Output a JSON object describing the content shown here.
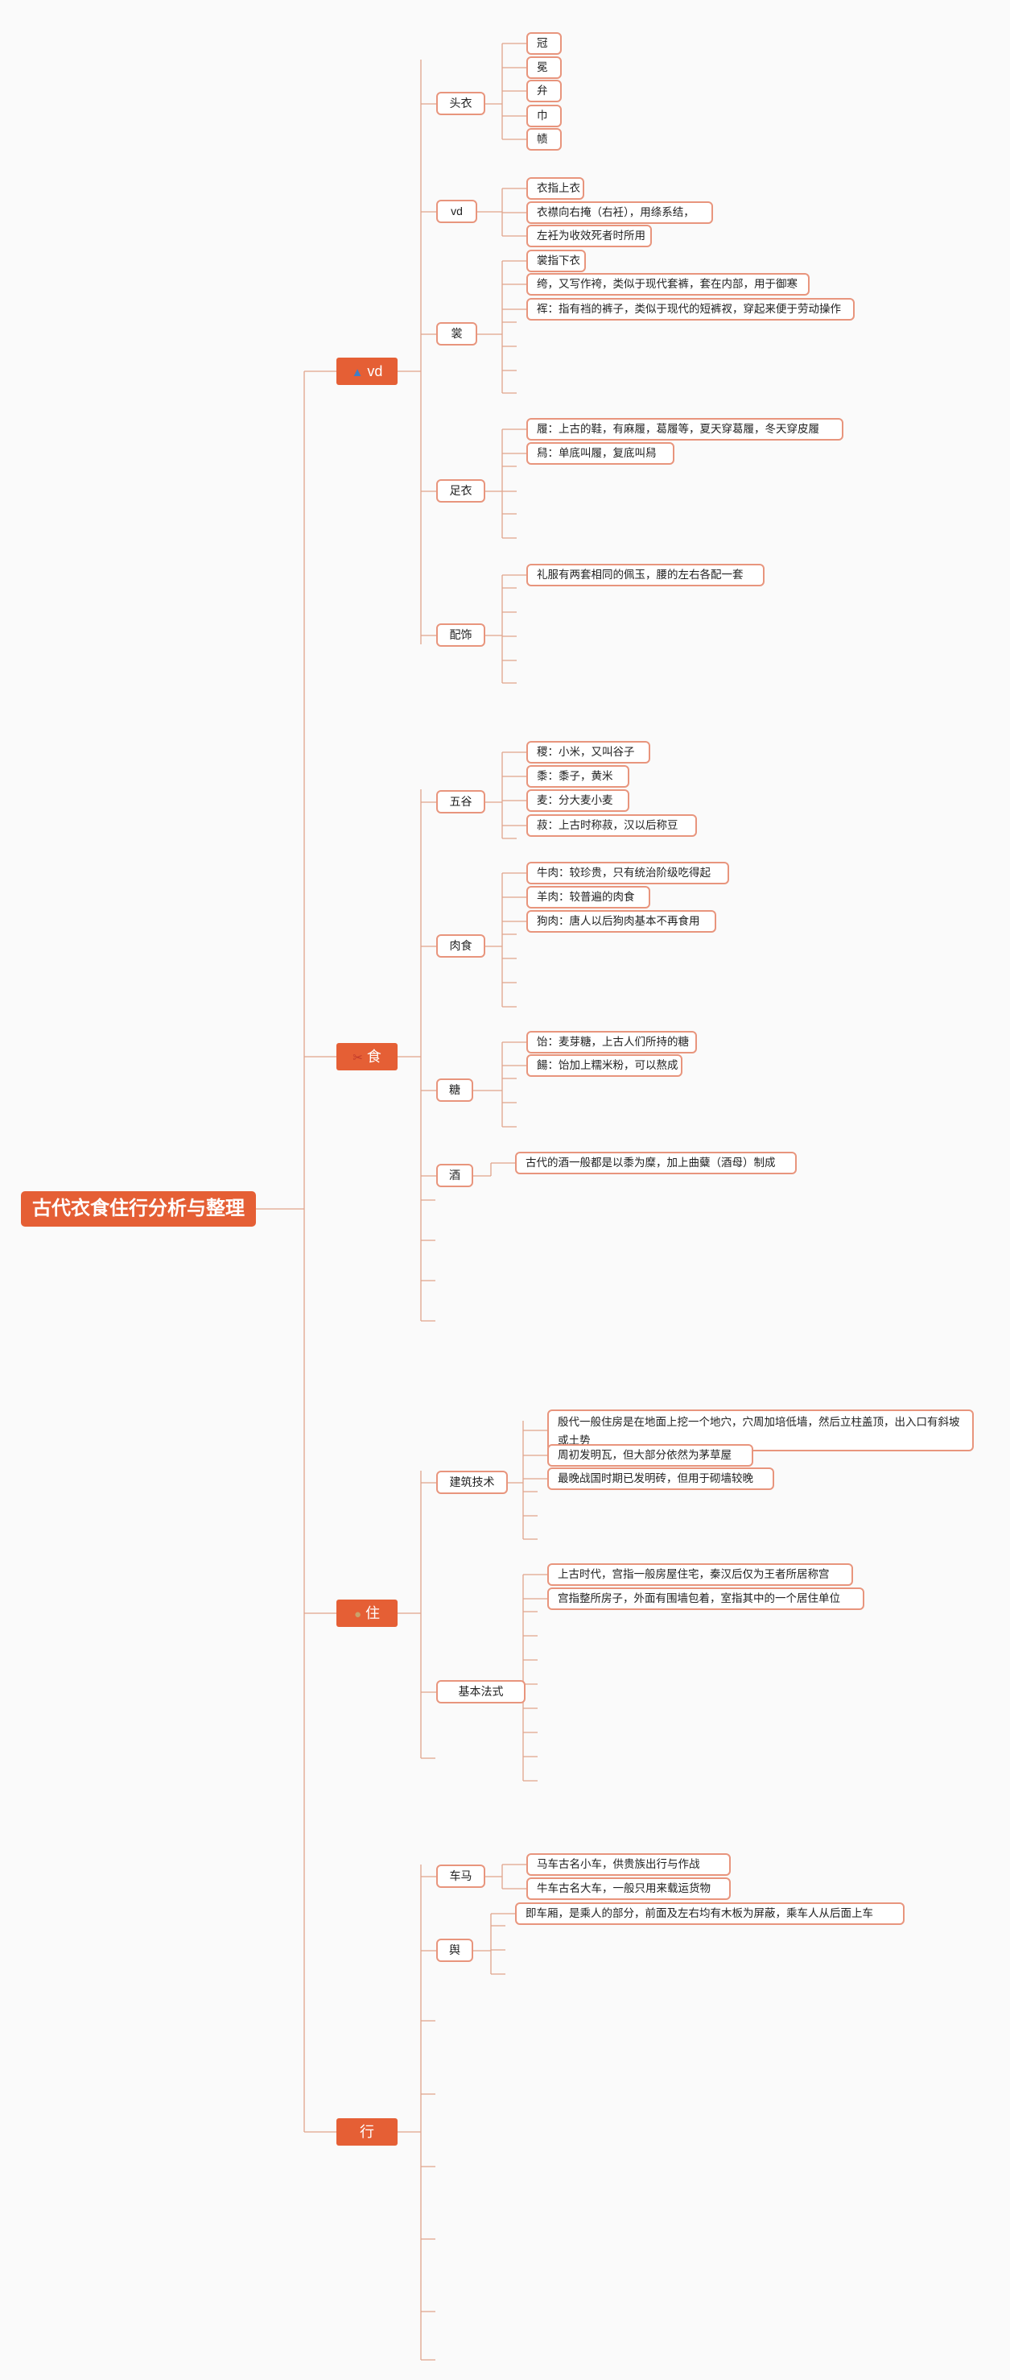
{
  "root": {
    "label": "古代衣食住行分析与整理"
  },
  "branches": [
    {
      "label": "vd",
      "icon": "hanger-icon",
      "icon_glyph": "▲",
      "icon_color": "#3f7ec7",
      "children": [
        {
          "label": "头衣",
          "children": [
            "冠",
            "冕",
            "弁",
            "巾",
            "帻"
          ]
        },
        {
          "label": "vd",
          "children": [
            "衣指上衣",
            "衣襟向右掩（右衽），用绦系结，",
            "左衽为收效死者时所用"
          ]
        },
        {
          "label": "裳",
          "children": [
            "裳指下衣",
            "绔，又写作袴，类似于现代套裤，套在内部，用于御寒",
            "裈：指有裆的裤子，类似于现代的短裤衩，穿起来便于劳动操作"
          ]
        },
        {
          "label": "足衣",
          "children": [
            "履：上古的鞋，有麻履，葛履等，夏天穿葛履，冬天穿皮履",
            "舄：单底叫履，复底叫舄"
          ]
        },
        {
          "label": "配饰",
          "children": [
            "礼服有两套相同的佩玉，腰的左右各配一套"
          ]
        }
      ]
    },
    {
      "label": "食",
      "icon": "chopsticks-icon",
      "icon_glyph": "✂",
      "icon_color": "#c0392b",
      "children": [
        {
          "label": "五谷",
          "children": [
            "稷：小米，又叫谷子",
            "黍：黍子，黄米",
            "麦：分大麦小麦",
            "菽：上古时称菽，汉以后称豆"
          ]
        },
        {
          "label": "肉食",
          "children": [
            "牛肉：较珍贵，只有统治阶级吃得起",
            "羊肉：较普遍的肉食",
            "狗肉：唐人以后狗肉基本不再食用"
          ]
        },
        {
          "label": "糖",
          "children": [
            "饴：麦芽糖，上古人们所持的糖",
            "餳：饴加上糯米粉，可以熬成"
          ]
        },
        {
          "label": "酒",
          "children": [
            "古代的酒一般都是以黍为糜，加上曲糵（酒母）制成"
          ]
        }
      ]
    },
    {
      "label": "住",
      "icon": "house-icon",
      "icon_glyph": "●",
      "icon_color": "#c9a26b",
      "children": [
        {
          "label": "建筑技术",
          "children": [
            "殷代一般住房是在地面上挖一个地穴，穴周加培低墙，然后立柱盖顶，出入口有斜坡或土势",
            "周初发明瓦，但大部分依然为茅草屋",
            "最晚战国时期已发明砖，但用于砌墙较晚"
          ]
        },
        {
          "label": "基本法式",
          "children": [
            "上古时代，宫指一般房屋住宅，秦汉后仅为王者所居称宫",
            "宫指整所房子，外面有围墙包着，室指其中的一个居住单位"
          ]
        }
      ]
    },
    {
      "label": "行",
      "icon": "",
      "icon_glyph": "",
      "icon_color": "",
      "children": [
        {
          "label": "车马",
          "children": [
            "马车古名小车，供贵族出行与作战",
            "牛车古名大车，一般只用来载运货物"
          ]
        },
        {
          "label": "舆",
          "children": [
            "即车厢，是乘人的部分，前面及左右均有木板为屏蔽，乘车人从后面上车"
          ]
        }
      ]
    }
  ]
}
